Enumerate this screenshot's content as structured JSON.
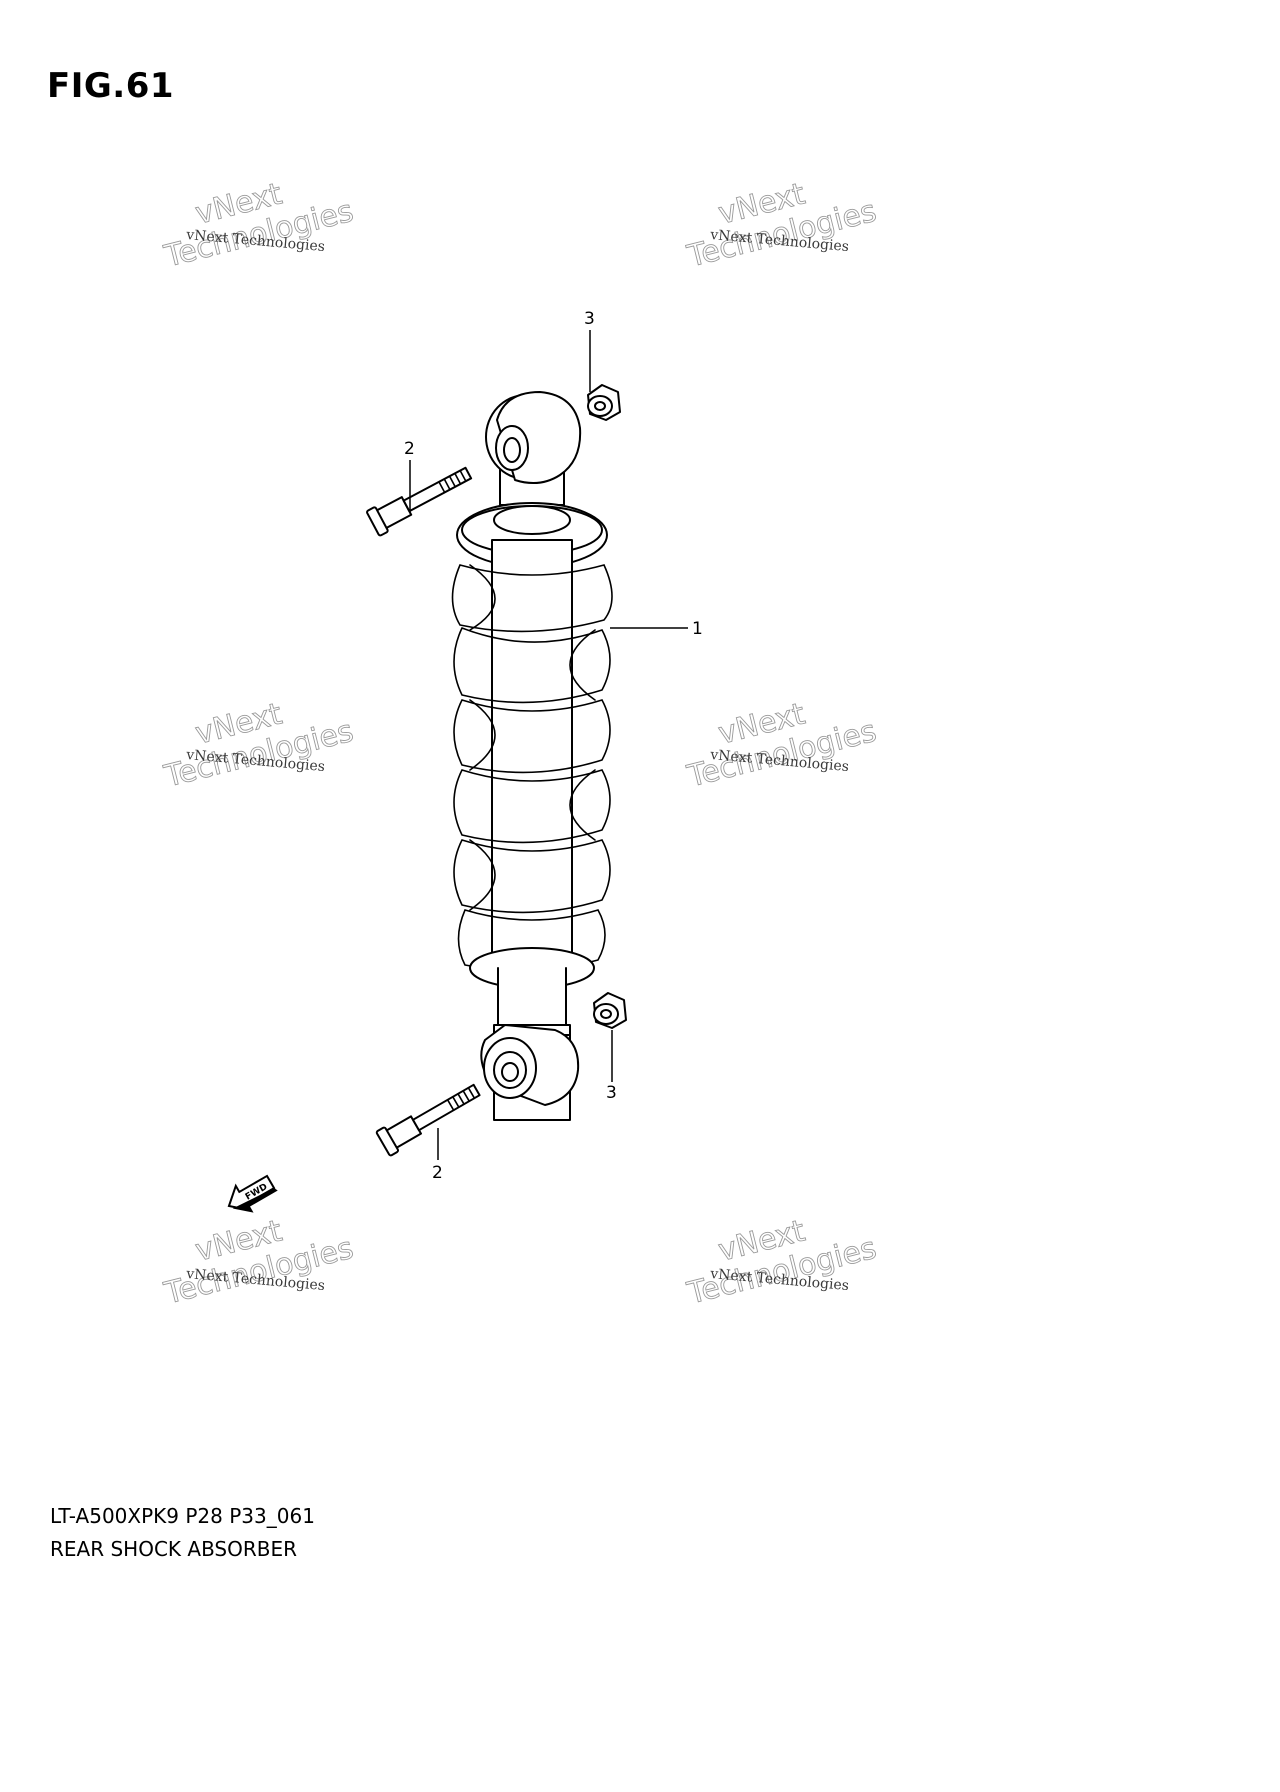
{
  "figure": {
    "title": "FIG.61"
  },
  "footer": {
    "model_code": "LT-A500XPK9 P28 P33_061",
    "part_name": "REAR SHOCK ABSORBER"
  },
  "callouts": {
    "shock_absorber": "1",
    "bolt_upper": "2",
    "bolt_lower": "2",
    "nut_upper": "3",
    "nut_lower": "3"
  },
  "fwd_label": "FWD",
  "watermark": {
    "line1": "vNext",
    "line2": "Technologies",
    "small": "vNext Technologies"
  }
}
